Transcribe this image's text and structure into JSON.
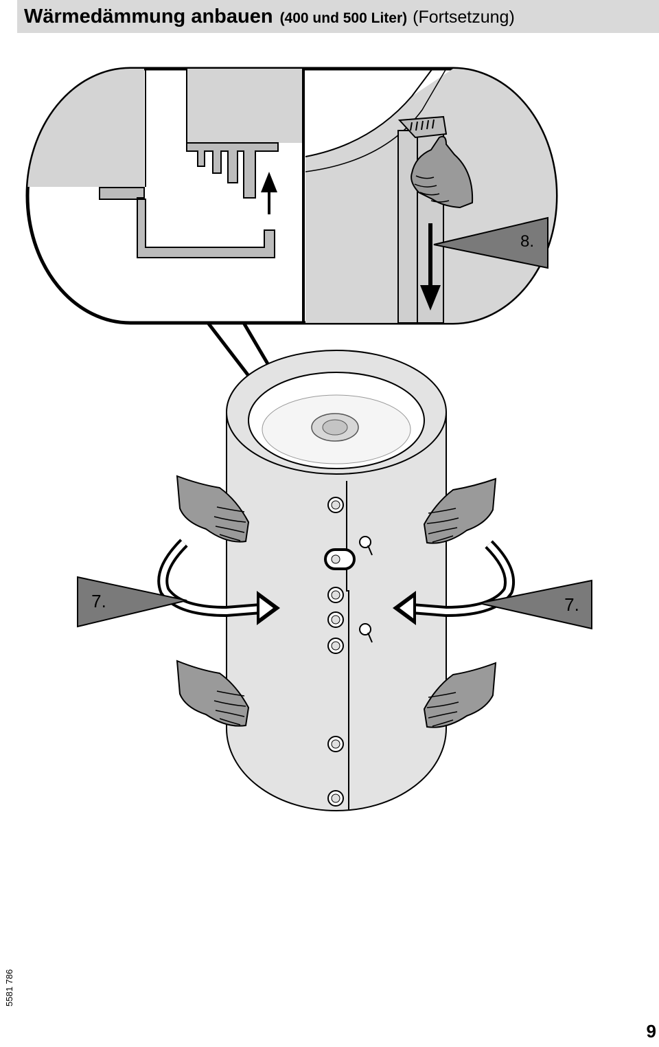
{
  "header": {
    "title": "Wärmedämmung anbauen",
    "subtitle": "(400 und 500 Liter)",
    "continuation": "(Fortsetzung)"
  },
  "illustration": {
    "step_detail_label": "8.",
    "step_left_label": "7.",
    "step_right_label": "7.",
    "colors": {
      "insulation": "#e3e3e3",
      "hand": "#9a9a9a",
      "callout": "#7a7a7a",
      "line": "#000000"
    }
  },
  "footer": {
    "doc_number": "5581 786",
    "page_number": "9"
  }
}
